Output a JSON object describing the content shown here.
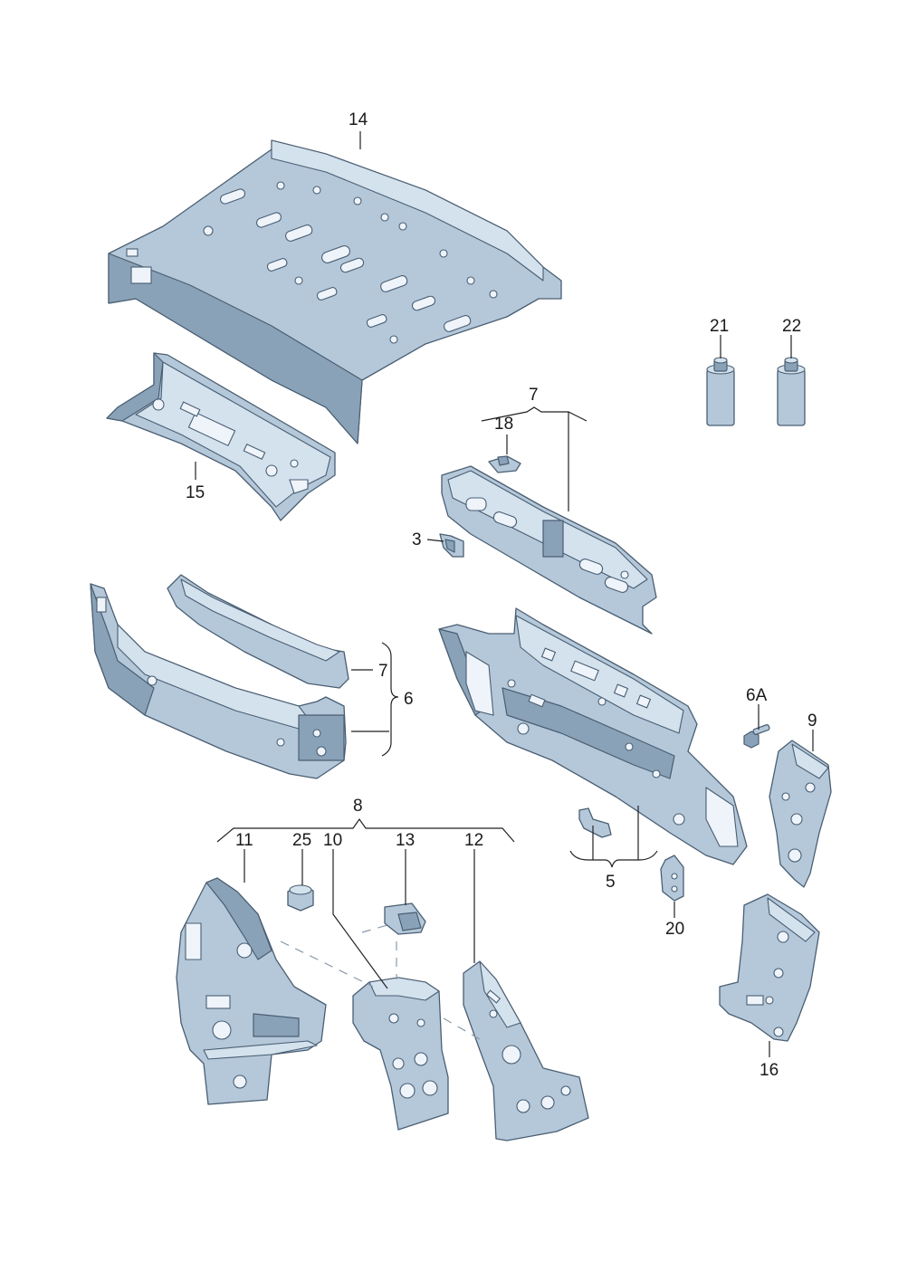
{
  "diagram": {
    "labels": {
      "p14": "14",
      "p15": "15",
      "p21": "21",
      "p22": "22",
      "p7_top": "7",
      "p18": "18",
      "p3": "3",
      "p7_mid": "7",
      "p6": "6",
      "p6A": "6A",
      "p9": "9",
      "p8": "8",
      "p11": "11",
      "p25": "25",
      "p10": "10",
      "p13": "13",
      "p12": "12",
      "p5": "5",
      "p20": "20",
      "p16": "16"
    },
    "colors": {
      "part_fill": "#b4c8da",
      "part_outline": "#4a5e72",
      "leader": "#222222"
    }
  }
}
